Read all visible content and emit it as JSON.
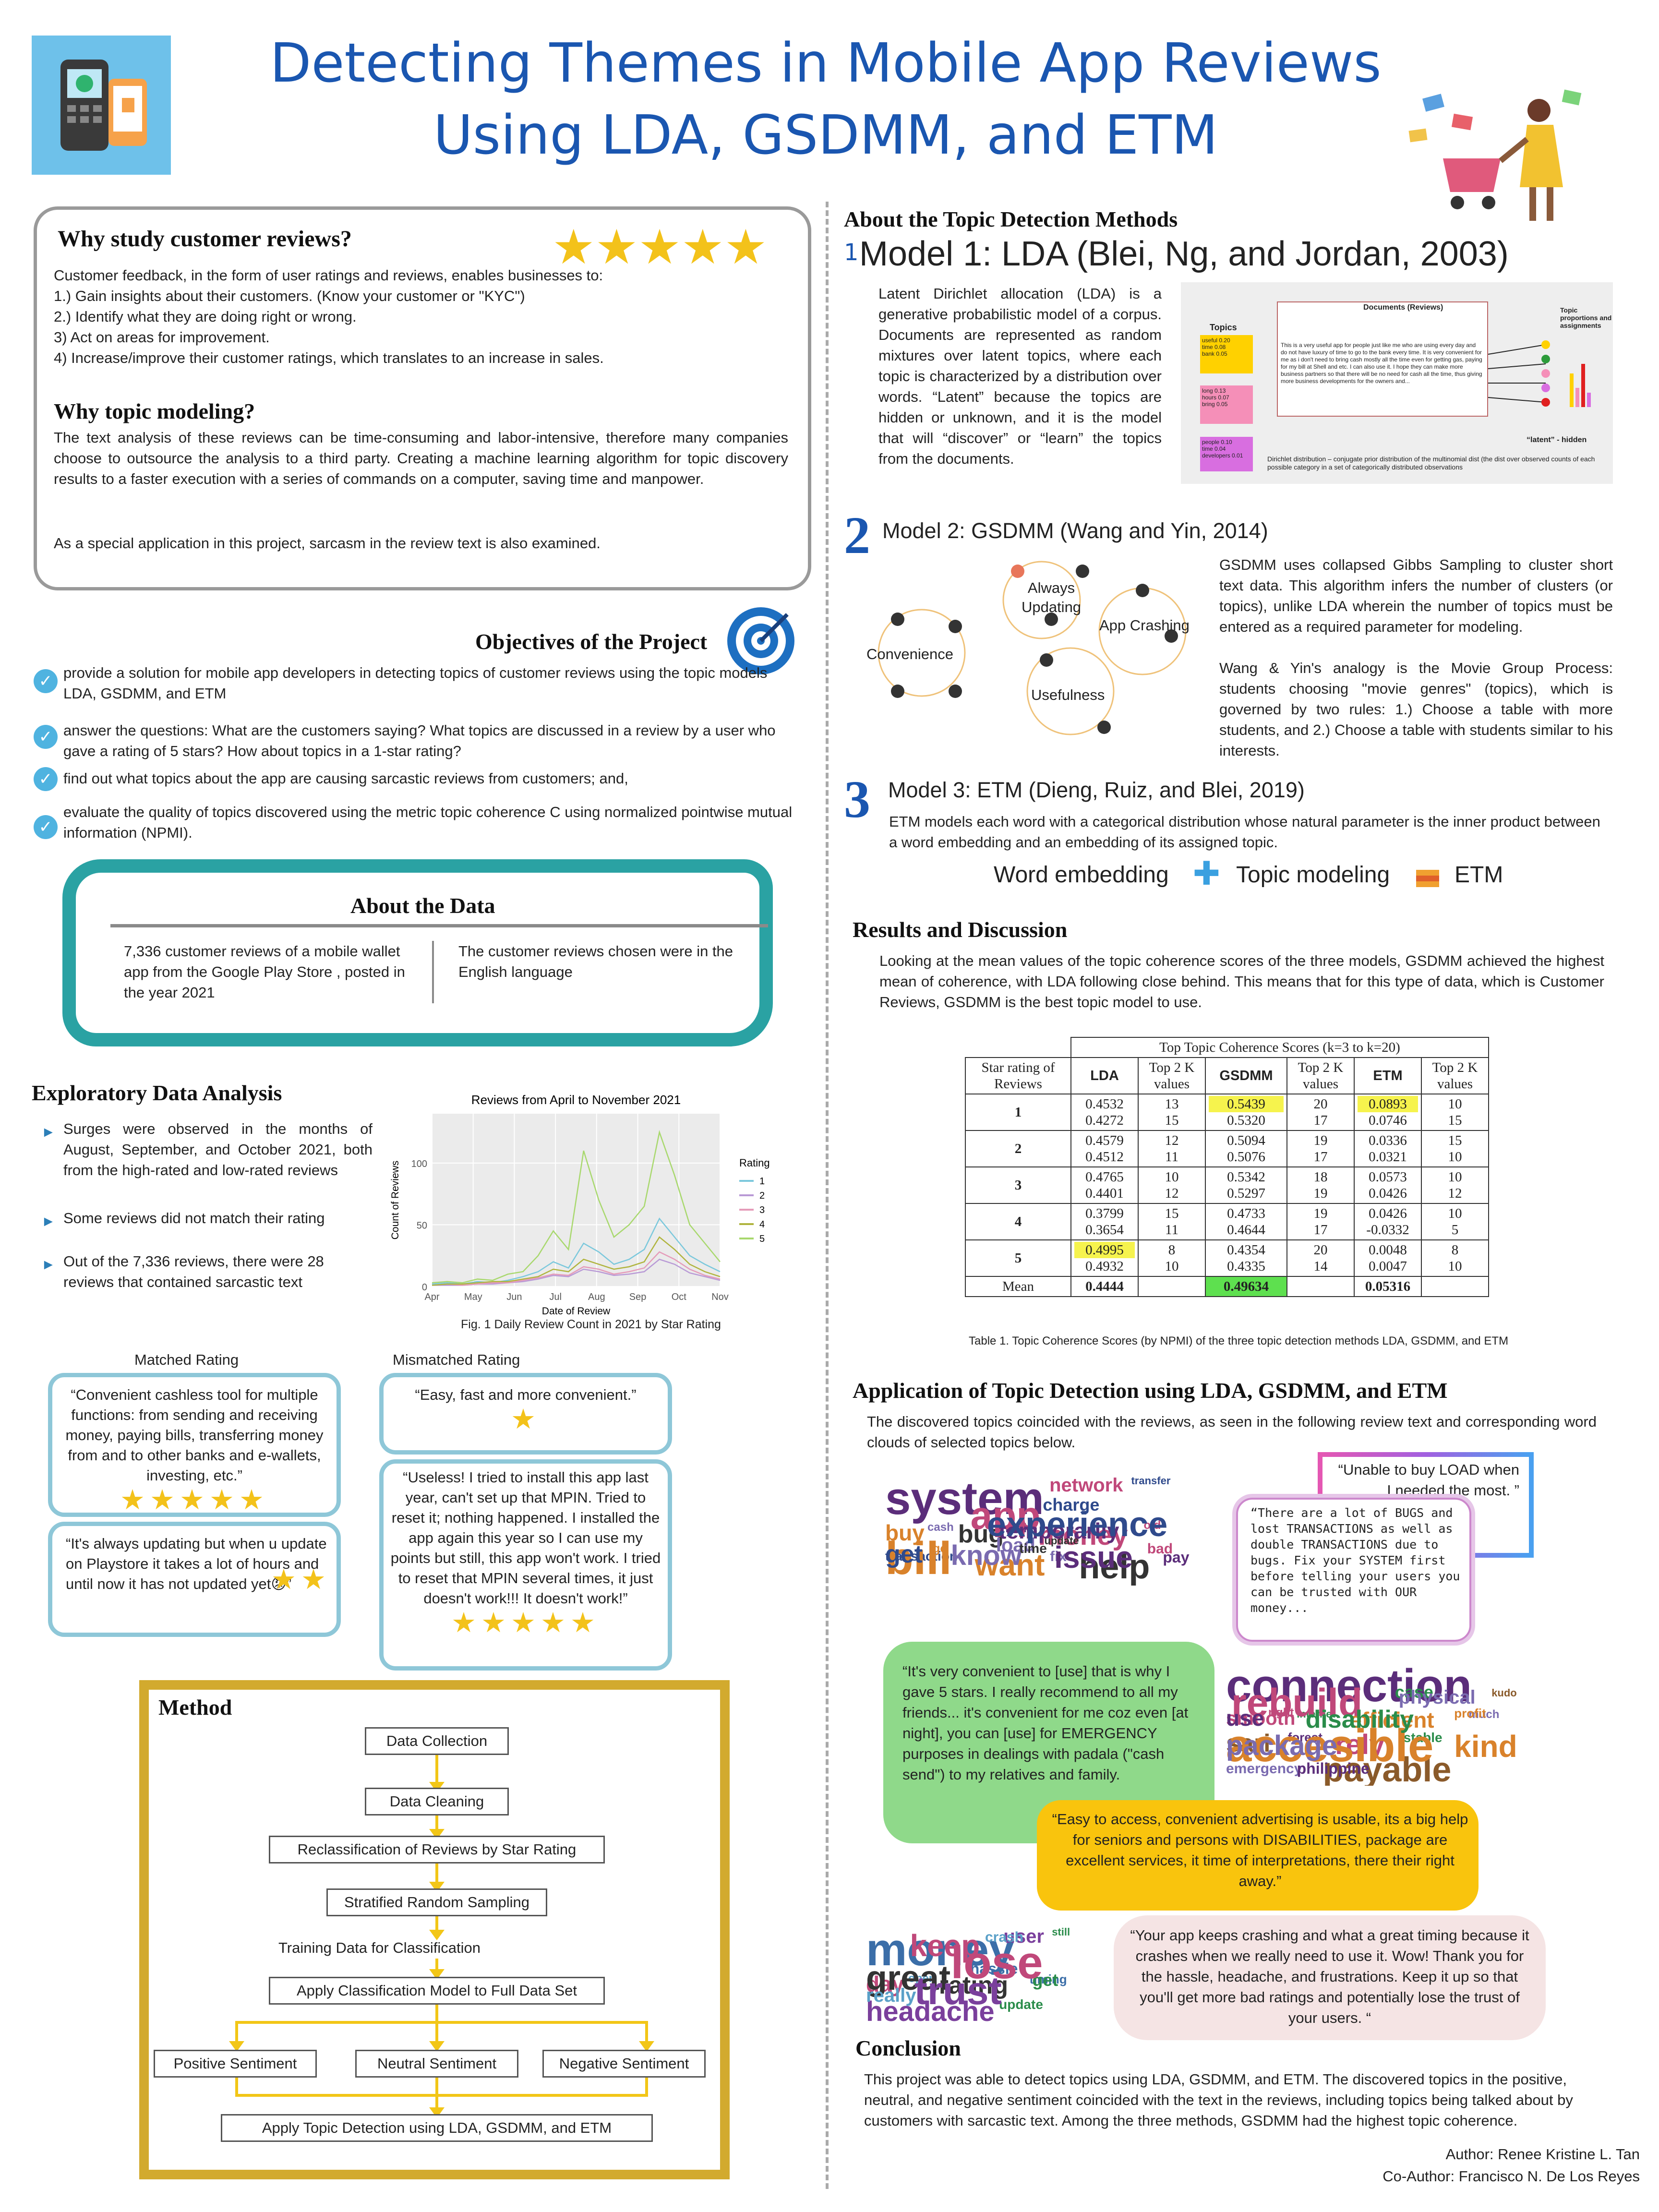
{
  "header": {
    "title_line1": "Detecting Themes in Mobile App Reviews",
    "title_line2": "Using LDA, GSDMM, and ETM"
  },
  "why_reviews": {
    "heading": "Why study customer reviews?",
    "intro": "Customer feedback, in the form of user ratings and reviews, enables businesses to:",
    "items": [
      "1.) Gain insights about their customers. (Know your customer or \"KYC\")",
      "2.) Identify what they are doing right or wrong.",
      "3) Act on areas for improvement.",
      "4) Increase/improve their customer ratings, which translates to an increase in sales."
    ]
  },
  "why_topic": {
    "heading": "Why topic modeling?",
    "body": "The text analysis of these reviews can be time-consuming and labor-intensive, therefore many companies choose to outsource the analysis to a third party. Creating a machine learning algorithm for topic discovery results to a faster execution with a series of commands on a computer, saving time and manpower.",
    "note": "As a special application in this project, sarcasm in the review text is also examined."
  },
  "objectives": {
    "heading": "Objectives of the Project",
    "items": [
      "provide a solution for mobile app developers in detecting topics of customer reviews using the topic models LDA, GSDMM, and ETM",
      "answer the questions: What are the customers saying? What topics are discussed in a review by a user who gave a rating of 5 stars? How about topics in a 1-star rating?",
      "find out what topics about the app are causing sarcastic reviews from customers; and,",
      "evaluate the quality of topics discovered using the metric topic coherence C using normalized pointwise mutual information (NPMI)."
    ]
  },
  "about_data": {
    "heading": "About the Data",
    "left": "7,336 customer reviews of a mobile wallet app from the Google Play Store , posted in the year 2021",
    "right": "The customer reviews chosen were in the English language"
  },
  "eda": {
    "heading": "Exploratory Data Analysis",
    "bullets": [
      "Surges were observed in the months of August, September, and October 2021, both from the high-rated and low-rated reviews",
      "Some reviews did not match their rating",
      "Out of the 7,336 reviews, there were 28 reviews that contained sarcastic text"
    ],
    "caption": "Fig. 1 Daily Review Count in 2021 by Star Rating"
  },
  "chart_data": {
    "type": "line",
    "title": "Reviews from April to November 2021",
    "xlabel": "Date of Review",
    "ylabel": "Count of Reviews",
    "x_ticks": [
      "Apr",
      "May",
      "Jun",
      "Jul",
      "Aug",
      "Sep",
      "Oct",
      "Nov"
    ],
    "y_ticks": [
      0,
      50,
      100
    ],
    "ylim": [
      0,
      140
    ],
    "legend_title": "Rating",
    "legend_position": "right",
    "grid": true,
    "series": [
      {
        "name": "1",
        "color": "#7bc8dc",
        "values": [
          2,
          3,
          2,
          4,
          3,
          5,
          8,
          12,
          20,
          15,
          35,
          28,
          18,
          22,
          30,
          55,
          40,
          25,
          18,
          12
        ]
      },
      {
        "name": "2",
        "color": "#b99ad6",
        "values": [
          1,
          1,
          1,
          2,
          2,
          3,
          4,
          6,
          9,
          8,
          14,
          12,
          9,
          10,
          12,
          22,
          18,
          11,
          8,
          5
        ]
      },
      {
        "name": "3",
        "color": "#e59bb9",
        "values": [
          1,
          2,
          1,
          2,
          3,
          3,
          5,
          7,
          10,
          9,
          16,
          14,
          10,
          12,
          15,
          28,
          22,
          14,
          9,
          6
        ]
      },
      {
        "name": "4",
        "color": "#b0b43e",
        "values": [
          1,
          2,
          2,
          3,
          4,
          4,
          6,
          8,
          14,
          12,
          22,
          18,
          14,
          16,
          20,
          40,
          30,
          18,
          12,
          8
        ]
      },
      {
        "name": "5",
        "color": "#a8d86d",
        "values": [
          3,
          4,
          3,
          6,
          5,
          10,
          12,
          25,
          45,
          30,
          110,
          70,
          40,
          50,
          65,
          125,
          90,
          50,
          35,
          20
        ]
      }
    ]
  },
  "matched": {
    "label": "Matched Rating",
    "q1": "“Convenient cashless tool for multiple functions: from sending and receiving money, paying bills, transferring money from and to other banks and e-wallets, investing, etc.”",
    "q1_stars": "★★★★★",
    "q2": "“It's always updating but when u update on Playstore it takes a lot of hours and until now it has not updated yet😡”",
    "q2_stars": "★★"
  },
  "mismatched": {
    "label": "Mismatched Rating",
    "q1": "“Easy, fast and more convenient.”",
    "q1_stars": "★",
    "q2": "“Useless! I tried to install this app last year, can't set up that MPIN. Tried to reset it; nothing happened. I installed the app again this year so I can use my points but still, this app won't work. I tried to reset that MPIN several times, it just doesn't work!!! It doesn't work!”",
    "q2_stars": "★★★★★"
  },
  "method": {
    "heading": "Method",
    "steps": [
      "Data Collection",
      "Data Cleaning",
      "Reclassification of Reviews by Star Rating",
      "Stratified Random Sampling",
      "Training Data for Classification",
      "Apply Classification Model to Full Data Set"
    ],
    "branches": [
      "Positive Sentiment",
      "Neutral Sentiment",
      "Negative Sentiment"
    ],
    "final": "Apply Topic Detection using LDA, GSDMM, and ETM"
  },
  "methods": {
    "heading": "About the Topic Detection Methods",
    "m1_num": "1",
    "m1_title": "Model 1: LDA (Blei, Ng, and Jordan, 2003)",
    "m1_body": "Latent Dirichlet allocation (LDA) is a generative probabilistic model of a corpus. Documents are represented as random mixtures over latent topics, where each topic is characterized by a distribution over words. “Latent” because the topics are hidden or unknown, and it is the model that will “discover” or “learn” the topics from the documents.",
    "m1_fig": {
      "documents": "Documents (Reviews)",
      "topics": "Topics",
      "props": "Topic proportions and assignments",
      "latent": "“latent” - hidden",
      "dirichlet": "Dirichlet distribution – conjugate prior distribution of the multinomial dist (the dist over observed counts of each possible category in a set of categorically distributed observations",
      "t1": [
        "useful 0.20",
        "time 0.08",
        "bank 0.05"
      ],
      "t2": [
        "long 0.13",
        "hours 0.07",
        "bring 0.05"
      ],
      "t3": [
        "people 0.10",
        "time 0.04",
        "developers 0.01"
      ],
      "doc": "This is a very useful app for people just like me who are using every day and do not have luxury of time to go to the bank every time. It is very convenient for me as i don't need to bring cash mostly all the time even for getting gas, paying for my bill at Shell and etc. I can also use it. I hope they can make more business partners so that there will be no need for cash all the time, thus giving more business developments for the owners and..."
    },
    "m2_num": "2",
    "m2_title": "Model 2: GSDMM (Wang and Yin, 2014)",
    "m2_body": "GSDMM uses collapsed Gibbs Sampling to cluster short text data. This algorithm infers the number of clusters (or topics), unlike LDA wherein the number of topics must be entered as a required parameter for modeling.",
    "m2_body2": "Wang & Yin's analogy is the Movie Group Process: students choosing \"movie genres\" (topics), which is governed by two rules: 1.) Choose a table with more students, and 2.) Choose a table with students similar to his interests.",
    "m2_fig": {
      "a": "Always Updating",
      "b": "App Crashing",
      "c": "Convenience",
      "d": "Usefulness"
    },
    "m3_num": "3",
    "m3_title": "Model 3: ETM (Dieng, Ruiz, and Blei, 2019)",
    "m3_body": "ETM models each word with a categorical distribution whose natural parameter is the inner product between a word embedding and an embedding of its assigned topic.",
    "m3_eq": {
      "a": "Word embedding",
      "b": "Topic modeling",
      "c": "ETM"
    }
  },
  "results": {
    "heading": "Results and Discussion",
    "body": "Looking at the mean values of the topic coherence scores of the three models, GSDMM achieved the highest mean of coherence, with LDA following close behind. This means that for this type of data, which is Customer Reviews, GSDMM is the best topic model to use.",
    "table": {
      "super": "Top Topic Coherence Scores (k=3 to k=20)",
      "h_star": "Star rating of Reviews",
      "h_lda": "LDA",
      "h_top2": "Top 2 K values",
      "h_gsdmm": "GSDMM",
      "h_etm": "ETM",
      "rows": [
        {
          "star": "1",
          "lda": [
            "0.4532",
            "0.4272"
          ],
          "lk": [
            "13",
            "15"
          ],
          "g": [
            "0.5439",
            "0.5320"
          ],
          "gk": [
            "20",
            "17"
          ],
          "e": [
            "0.0893",
            "0.0746"
          ],
          "ek": [
            "10",
            "15"
          ]
        },
        {
          "star": "2",
          "lda": [
            "0.4579",
            "0.4512"
          ],
          "lk": [
            "12",
            "11"
          ],
          "g": [
            "0.5094",
            "0.5076"
          ],
          "gk": [
            "19",
            "17"
          ],
          "e": [
            "0.0336",
            "0.0321"
          ],
          "ek": [
            "15",
            "10"
          ]
        },
        {
          "star": "3",
          "lda": [
            "0.4765",
            "0.4401"
          ],
          "lk": [
            "10",
            "12"
          ],
          "g": [
            "0.5342",
            "0.5297"
          ],
          "gk": [
            "18",
            "19"
          ],
          "e": [
            "0.0573",
            "0.0426"
          ],
          "ek": [
            "10",
            "12"
          ]
        },
        {
          "star": "4",
          "lda": [
            "0.3799",
            "0.3654"
          ],
          "lk": [
            "15",
            "11"
          ],
          "g": [
            "0.4733",
            "0.4644"
          ],
          "gk": [
            "19",
            "17"
          ],
          "e": [
            "0.0426",
            "-0.0332"
          ],
          "ek": [
            "10",
            "5"
          ]
        },
        {
          "star": "5",
          "lda": [
            "0.4995",
            "0.4932"
          ],
          "lk": [
            "8",
            "10"
          ],
          "g": [
            "0.4354",
            "0.4335"
          ],
          "gk": [
            "20",
            "14"
          ],
          "e": [
            "0.0048",
            "0.0047"
          ],
          "ek": [
            "8",
            "10"
          ]
        }
      ],
      "mean_label": "Mean",
      "mean": {
        "lda": "0.4444",
        "g": "0.49634",
        "e": "0.05316"
      },
      "caption": "Table 1. Topic Coherence Scores (by NPMI) of the three topic detection methods LDA, GSDMM, and ETM"
    }
  },
  "application": {
    "heading": "Application of Topic Detection using LDA, GSDMM, and ETM",
    "intro": "The discovered topics coincided with the reviews, as seen in the following review text and corresponding word clouds of selected topics below.",
    "q_load": "“Unable to buy LOAD when I needed the most. ”",
    "q_bugs": "“There are a lot of BUGS and lost TRANSACTIONS as well as double TRANSACTIONS due to bugs. Fix your SYSTEM first before telling your users you can be trusted with OUR money...",
    "q_conv": "“It's very convenient to [use] that is why I gave 5 stars. I really recommend to all my friends... it's convenient for me coz even [at night], you can [use] for EMERGENCY purposes in dealings with padala (\"cash send\") to my relatives and family.",
    "q_access": "“Easy to access, convenient advertising is usable, its a big help for seniors and persons with DISABILITIES, package are excellent services, it time of interpretations, there their right away.”",
    "q_crash": "“Your app keeps crashing and what a great timing because it crashes when we really need to use it. Wow! Thank you for the hassle, headache, and frustrations. Keep it up so that you'll get more bad ratings and potentially lose the trust of your users. “",
    "wc1": [
      "system",
      "network",
      "transfer",
      "buy",
      "cash",
      "bug",
      "make",
      "money",
      "transaction",
      "want",
      "fix",
      "help",
      "pay",
      "app",
      "charge",
      "bill",
      "load",
      "update",
      "temporarily",
      "old",
      "get",
      "go",
      "know",
      "time",
      "issue",
      "bad",
      "experience"
    ],
    "wc2": [
      "connection",
      "smooth",
      "internet",
      "efficient",
      "much",
      "sari",
      "forest",
      "rely",
      "stable",
      "kind",
      "emergency",
      "payable",
      "philippine",
      "rebuild",
      "case",
      "accesible",
      "physical",
      "kudo",
      "use",
      "right",
      "disability",
      "profit",
      "package"
    ],
    "wc3": [
      "money",
      "user",
      "still",
      "day",
      "open",
      "rating",
      "timing",
      "headache",
      "update",
      "keep",
      "crash",
      "great",
      "hassle",
      "trust",
      "get",
      "lose",
      "really"
    ]
  },
  "conclusion": {
    "heading": "Conclusion",
    "body": "This project was able to detect topics using LDA, GSDMM, and ETM. The discovered topics in the positive, neutral, and negative sentiment coincided with the text in the reviews, including topics being talked about by customers with sarcastic text. Among the three methods, GSDMM had the highest topic coherence."
  },
  "authors": {
    "author": "Author: Renee Kristine L. Tan",
    "coauthor": "Co-Author: Francisco N. De Los Reyes"
  },
  "colors": {
    "title": "#1a56b0",
    "teal": "#2aa2a3",
    "bubble": "#8ec7d8",
    "gold": "#f2c617",
    "green_bubble": "#8fd98a",
    "purple_bubble": "#e6c6e8",
    "yellow_bubble": "#f9c40d",
    "pink_bubble": "#f5e4e4"
  }
}
